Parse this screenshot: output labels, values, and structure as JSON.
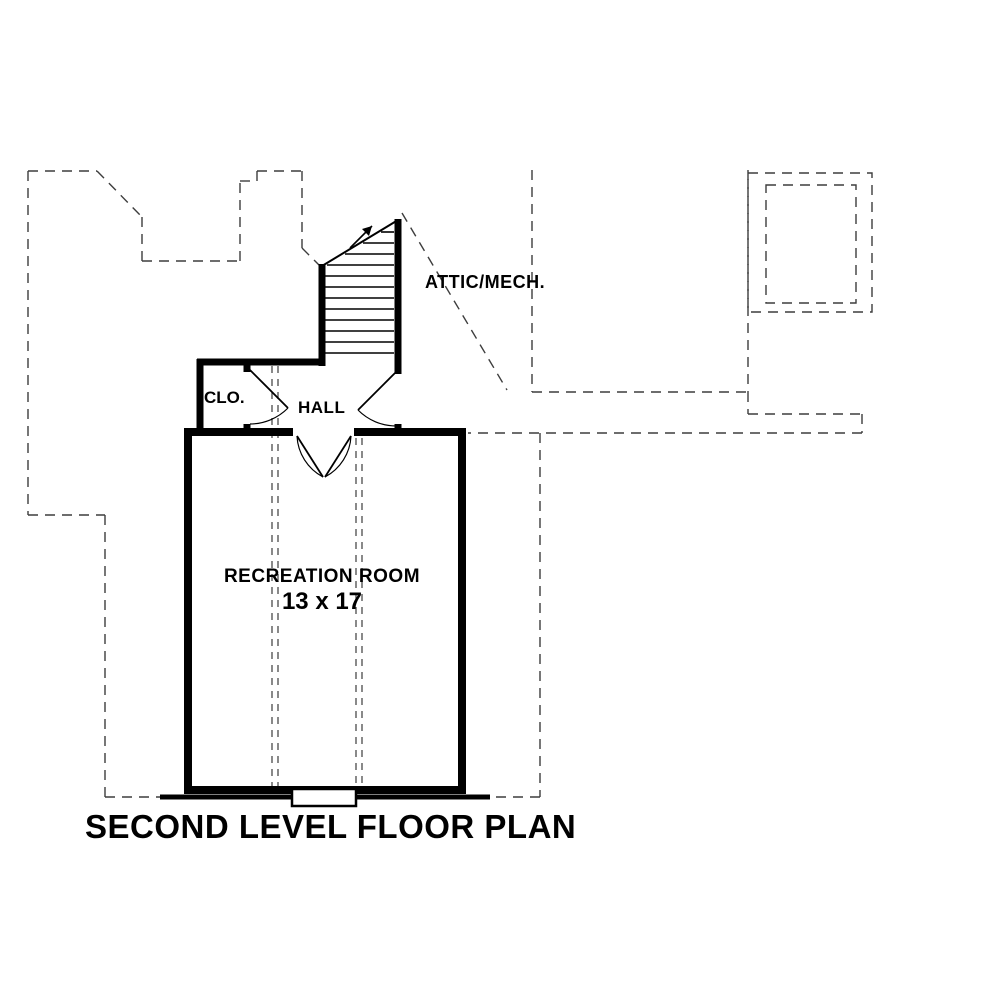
{
  "title": {
    "text": "SECOND LEVEL FLOOR PLAN"
  },
  "labels": {
    "attic": "ATTIC/MECH.",
    "closet": "CLO.",
    "hall": "HALL",
    "recreation_room": "RECREATION ROOM",
    "recreation_dims": "13 x 17"
  },
  "colors": {
    "walls": "#000000",
    "dashed_lines": "#3d3d3d",
    "text": "#000000",
    "background": "#ffffff"
  }
}
